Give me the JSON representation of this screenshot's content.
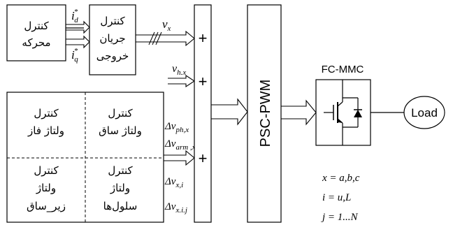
{
  "blocks": {
    "motion": [
      "کنترل",
      "محرکه"
    ],
    "current": [
      "کنترل",
      "جریان",
      "خروجی"
    ],
    "phase_voltage": [
      "کنترل",
      "ولتاژ فاز"
    ],
    "leg_voltage": [
      "کنترل",
      "ولتاژ ساق"
    ],
    "subleg_voltage": [
      "کنترل",
      "ولتاژ",
      "زیر_ساق"
    ],
    "cell_voltage": [
      "کنترل",
      "ولتاژ",
      "سلول‌ها"
    ]
  },
  "modulator": "PSC-PWM",
  "converter": "FC-MMC",
  "load": "Load",
  "sum_sign": "+",
  "signals": {
    "id": {
      "base": "i",
      "sup": "*",
      "sub": "d"
    },
    "iq": {
      "base": "i",
      "sup": "*",
      "sub": "q"
    },
    "vx": {
      "base": "v",
      "sub": "x"
    },
    "vhx": {
      "base": "v",
      "sub": "h.x"
    },
    "dvph": {
      "base": "Δv",
      "sub": "ph,x"
    },
    "dvarm": {
      "base": "Δv",
      "sub": "arm ,x"
    },
    "dvxi": {
      "base": "Δv",
      "sub": "x,i"
    },
    "dvxij": {
      "base": "Δv",
      "sub": "x.i.j"
    }
  },
  "legend": [
    "x = a,b,c",
    "i = u,L",
    "j = 1...N"
  ]
}
